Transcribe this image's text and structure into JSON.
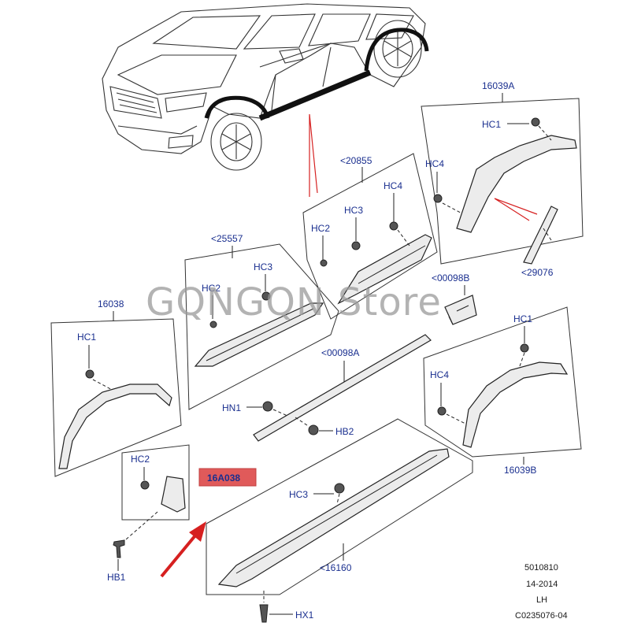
{
  "watermark": "GQNGQN  Store",
  "labels": {
    "p16039A": "16039A",
    "hc1_a": "HC1",
    "hc4_a": "HC4",
    "p20855": "<20855",
    "hc4_b": "HC4",
    "hc3_b": "HC3",
    "hc2_b": "HC2",
    "p29076": "<29076",
    "p25557": "<25557",
    "hc3_c": "HC3",
    "hc2_c": "HC2",
    "p00098B": "<00098B",
    "p16038": "16038",
    "hc1_d": "HC1",
    "p00098A": "<00098A",
    "hc1_e": "HC1",
    "hc4_e": "HC4",
    "hn1": "HN1",
    "hb2": "HB2",
    "p16039B": "16039B",
    "hc2_f": "HC2",
    "p16A038": "16A038",
    "hc3_g": "HC3",
    "hb1": "HB1",
    "p16160": "<16160",
    "hx1": "HX1"
  },
  "reference": {
    "line1": "5010810",
    "line2": "14-2014",
    "line3": "LH",
    "line4": "C0235076-04"
  },
  "colors": {
    "label_blue": "#1a2f8f",
    "highlight_red": "#e05a5a",
    "arrow_red": "#d62020"
  }
}
